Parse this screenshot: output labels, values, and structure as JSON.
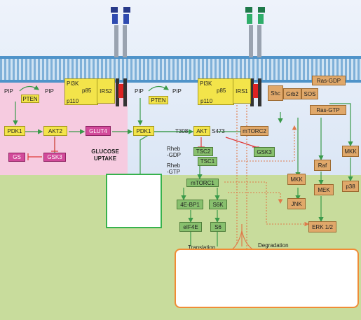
{
  "colors": {
    "yellow": "#f3e44a",
    "green": "#88c06e",
    "orange": "#e0a86a",
    "magenta": "#d24a9a",
    "membrane": "#4f93c9",
    "background_top": "#e6eef9",
    "background_bottom": "#c8dc9c",
    "pink_region": "#f6cbe0"
  },
  "left": {
    "pip_left": "PIP",
    "pip_right": "PIP",
    "pten": "PTEN",
    "pi3k": "PI3K",
    "p85": "p85",
    "p110": "p110",
    "irs2": "IRS2",
    "pdk1": "PDK1",
    "akt2": "AKT2",
    "glut4": "GLUT4",
    "gs": "GS",
    "gsk3": "GSK3",
    "glucose_line1": "GLUCOSE",
    "glucose_line2": "UPTAKE"
  },
  "middle": {
    "pip_left": "PIP",
    "pip_right": "PIP",
    "pten": "PTEN",
    "pi3k": "PI3K",
    "p85": "p85",
    "p110": "p110",
    "irs1": "IRS1",
    "pdk1": "PDK1",
    "t308": "T308",
    "akt": "AKT",
    "s473": "S473",
    "mtorc2": "mTORC2",
    "rheb_gdp_1": "Rheb",
    "rheb_gdp_2": "-GDP",
    "rheb_gtp_1": "Rheb",
    "rheb_gtp_2": "-GTP",
    "tsc2": "TSC2",
    "tsc1": "TSC1",
    "gsk3": "GSK3",
    "mtorc1": "mTORC1",
    "ebp1": "4E-BP1",
    "s6k": "S6K",
    "eif4e": "eIF4E",
    "s6": "S6",
    "translation": "Translation",
    "degradation": "Degradation"
  },
  "right": {
    "shc": "Shc",
    "grb2": "Grb2",
    "sos": "SOS",
    "ras_gdp": "Ras-GDP",
    "ras_gtp": "Ras-GTP",
    "raf": "Raf",
    "mkk_a": "MKK",
    "mkk_b": "MKK",
    "jnk": "JNK",
    "mek": "MEK",
    "p38": "p38",
    "erk": "ERK 1/2"
  }
}
